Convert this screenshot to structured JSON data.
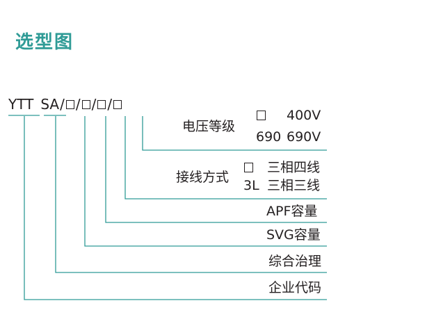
{
  "title": "选型图",
  "code": {
    "p1": "YTT",
    "p2": "SA",
    "slash": "/"
  },
  "voltage": {
    "label": "电压等级",
    "opt1_value": "400V",
    "opt2_code": "690",
    "opt2_value": "690V"
  },
  "wiring": {
    "label": "接线方式",
    "opt1_value": "三相四线",
    "opt2_code": "3L",
    "opt2_value": "三相三线"
  },
  "apf": "APF容量",
  "svg": "SVG容量",
  "treatment": "综合治理",
  "company": "企业代码",
  "colors": {
    "title": "#2f9b96",
    "lines": "#2f9b96",
    "text": "#231f20"
  }
}
